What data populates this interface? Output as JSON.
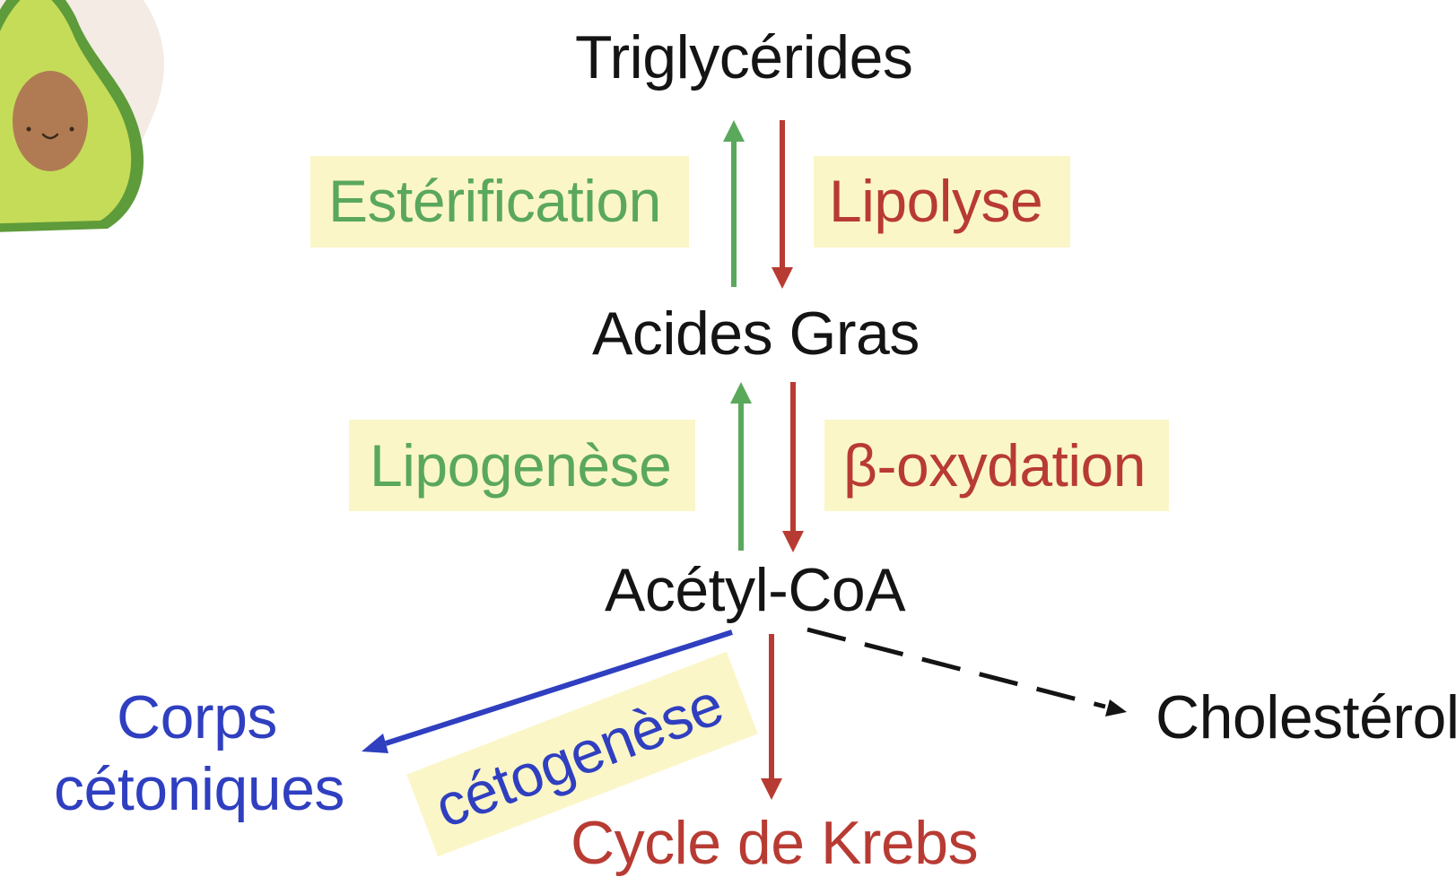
{
  "nodes": {
    "triglycerides": "Triglycérides",
    "acides_gras": "Acides Gras",
    "acetyl_coa": "Acétyl-CoA",
    "corps_cetoniques_line1": "Corps",
    "corps_cetoniques_line2": "cétoniques",
    "cholesterol": "Cholestérol",
    "cycle_krebs": "Cycle de Krebs"
  },
  "processes": {
    "esterification": "Estérification",
    "lipolyse": "Lipolyse",
    "lipogenese": "Lipogenèse",
    "beta_oxydation": "β-oxydation",
    "cetogenese": "cétogenèse"
  },
  "colors": {
    "anabolic": "#5aa85c",
    "catabolic": "#b83b33",
    "ketogenic": "#2f3fc0",
    "neutral": "#141414",
    "highlight": "#fbf6c8",
    "avocado_skin": "#5e9b3a",
    "avocado_flesh": "#c5dc59",
    "avocado_pit": "#b07b52",
    "blob": "#f3ebe4"
  },
  "icons": {
    "mascot": "avocado-mascot-icon"
  }
}
